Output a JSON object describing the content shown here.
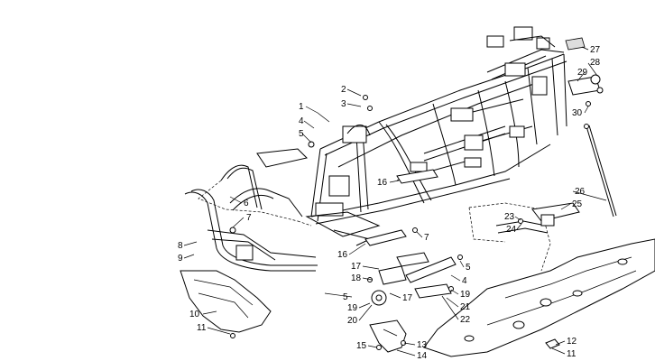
{
  "callouts": [
    {
      "id": "c1",
      "text": "1"
    },
    {
      "id": "c2",
      "text": "2"
    },
    {
      "id": "c3",
      "text": "3"
    },
    {
      "id": "c4a",
      "text": "4"
    },
    {
      "id": "c5a",
      "text": "5"
    },
    {
      "id": "c6",
      "text": "6"
    },
    {
      "id": "c7a",
      "text": "7"
    },
    {
      "id": "c8",
      "text": "8"
    },
    {
      "id": "c9",
      "text": "9"
    },
    {
      "id": "c10",
      "text": "10"
    },
    {
      "id": "c11a",
      "text": "11"
    },
    {
      "id": "c16a",
      "text": "16"
    },
    {
      "id": "c16b",
      "text": "16"
    },
    {
      "id": "c7b",
      "text": "7"
    },
    {
      "id": "c17a",
      "text": "17"
    },
    {
      "id": "c18",
      "text": "18"
    },
    {
      "id": "c17b",
      "text": "17"
    },
    {
      "id": "c5b",
      "text": "5"
    },
    {
      "id": "c19a",
      "text": "19"
    },
    {
      "id": "c20",
      "text": "20"
    },
    {
      "id": "c4b",
      "text": "4"
    },
    {
      "id": "c5c",
      "text": "5"
    },
    {
      "id": "c19b",
      "text": "19"
    },
    {
      "id": "c21",
      "text": "21"
    },
    {
      "id": "c22",
      "text": "22"
    },
    {
      "id": "c23",
      "text": "23"
    },
    {
      "id": "c24",
      "text": "24"
    },
    {
      "id": "c25",
      "text": "25"
    },
    {
      "id": "c26",
      "text": "26"
    },
    {
      "id": "c27",
      "text": "27"
    },
    {
      "id": "c28",
      "text": "28"
    },
    {
      "id": "c29",
      "text": "29"
    },
    {
      "id": "c30",
      "text": "30"
    },
    {
      "id": "c12",
      "text": "12"
    },
    {
      "id": "c11b",
      "text": "11"
    },
    {
      "id": "c15",
      "text": "15"
    },
    {
      "id": "c13",
      "text": "13"
    },
    {
      "id": "c14",
      "text": "14"
    }
  ]
}
